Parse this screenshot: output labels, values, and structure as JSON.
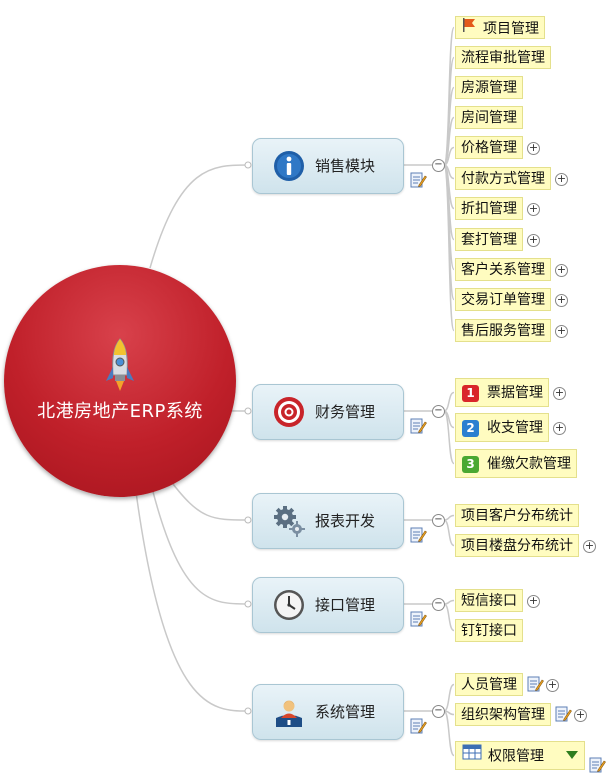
{
  "root": {
    "title": "北港房地产ERP系统",
    "icon": "rocket-icon"
  },
  "branches": [
    {
      "label": "销售模块",
      "icon": "info-icon",
      "children": [
        {
          "label": "项目管理",
          "icon": "flag-icon"
        },
        {
          "label": "流程审批管理"
        },
        {
          "label": "房源管理"
        },
        {
          "label": "房间管理"
        },
        {
          "label": "价格管理",
          "expand": "+"
        },
        {
          "label": "付款方式管理",
          "expand": "+"
        },
        {
          "label": "折扣管理",
          "expand": "+"
        },
        {
          "label": "套打管理",
          "expand": "+"
        },
        {
          "label": "客户关系管理",
          "expand": "+"
        },
        {
          "label": "交易订单管理",
          "expand": "+"
        },
        {
          "label": "售后服务管理",
          "expand": "+"
        }
      ]
    },
    {
      "label": "财务管理",
      "icon": "target-icon",
      "children": [
        {
          "label": "票据管理",
          "badge": "1",
          "badge_color": "#d9262a",
          "expand": "+"
        },
        {
          "label": "收支管理",
          "badge": "2",
          "badge_color": "#2a7fd0",
          "expand": "+"
        },
        {
          "label": "催缴欠款管理",
          "badge": "3",
          "badge_color": "#4aa832"
        }
      ]
    },
    {
      "label": "报表开发",
      "icon": "gears-icon",
      "children": [
        {
          "label": "项目客户分布统计"
        },
        {
          "label": "项目楼盘分布统计",
          "expand": "+"
        }
      ]
    },
    {
      "label": "接口管理",
      "icon": "clock-icon",
      "children": [
        {
          "label": "短信接口",
          "expand": "+"
        },
        {
          "label": "钉钉接口"
        }
      ]
    },
    {
      "label": "系统管理",
      "icon": "user-icon",
      "children": [
        {
          "label": "人员管理",
          "note": true,
          "expand": "+"
        },
        {
          "label": "组织架构管理",
          "note": true,
          "expand": "+"
        },
        {
          "label": "权限管理",
          "icon": "table-icon",
          "note": true
        }
      ]
    }
  ],
  "collapse_symbol": "−",
  "colors": {
    "root": "#c0202a",
    "branch": "#d8e9f1",
    "leaf": "#fffcc0",
    "leaf_border": "#e4e08c",
    "line": "#c9c9c9"
  }
}
